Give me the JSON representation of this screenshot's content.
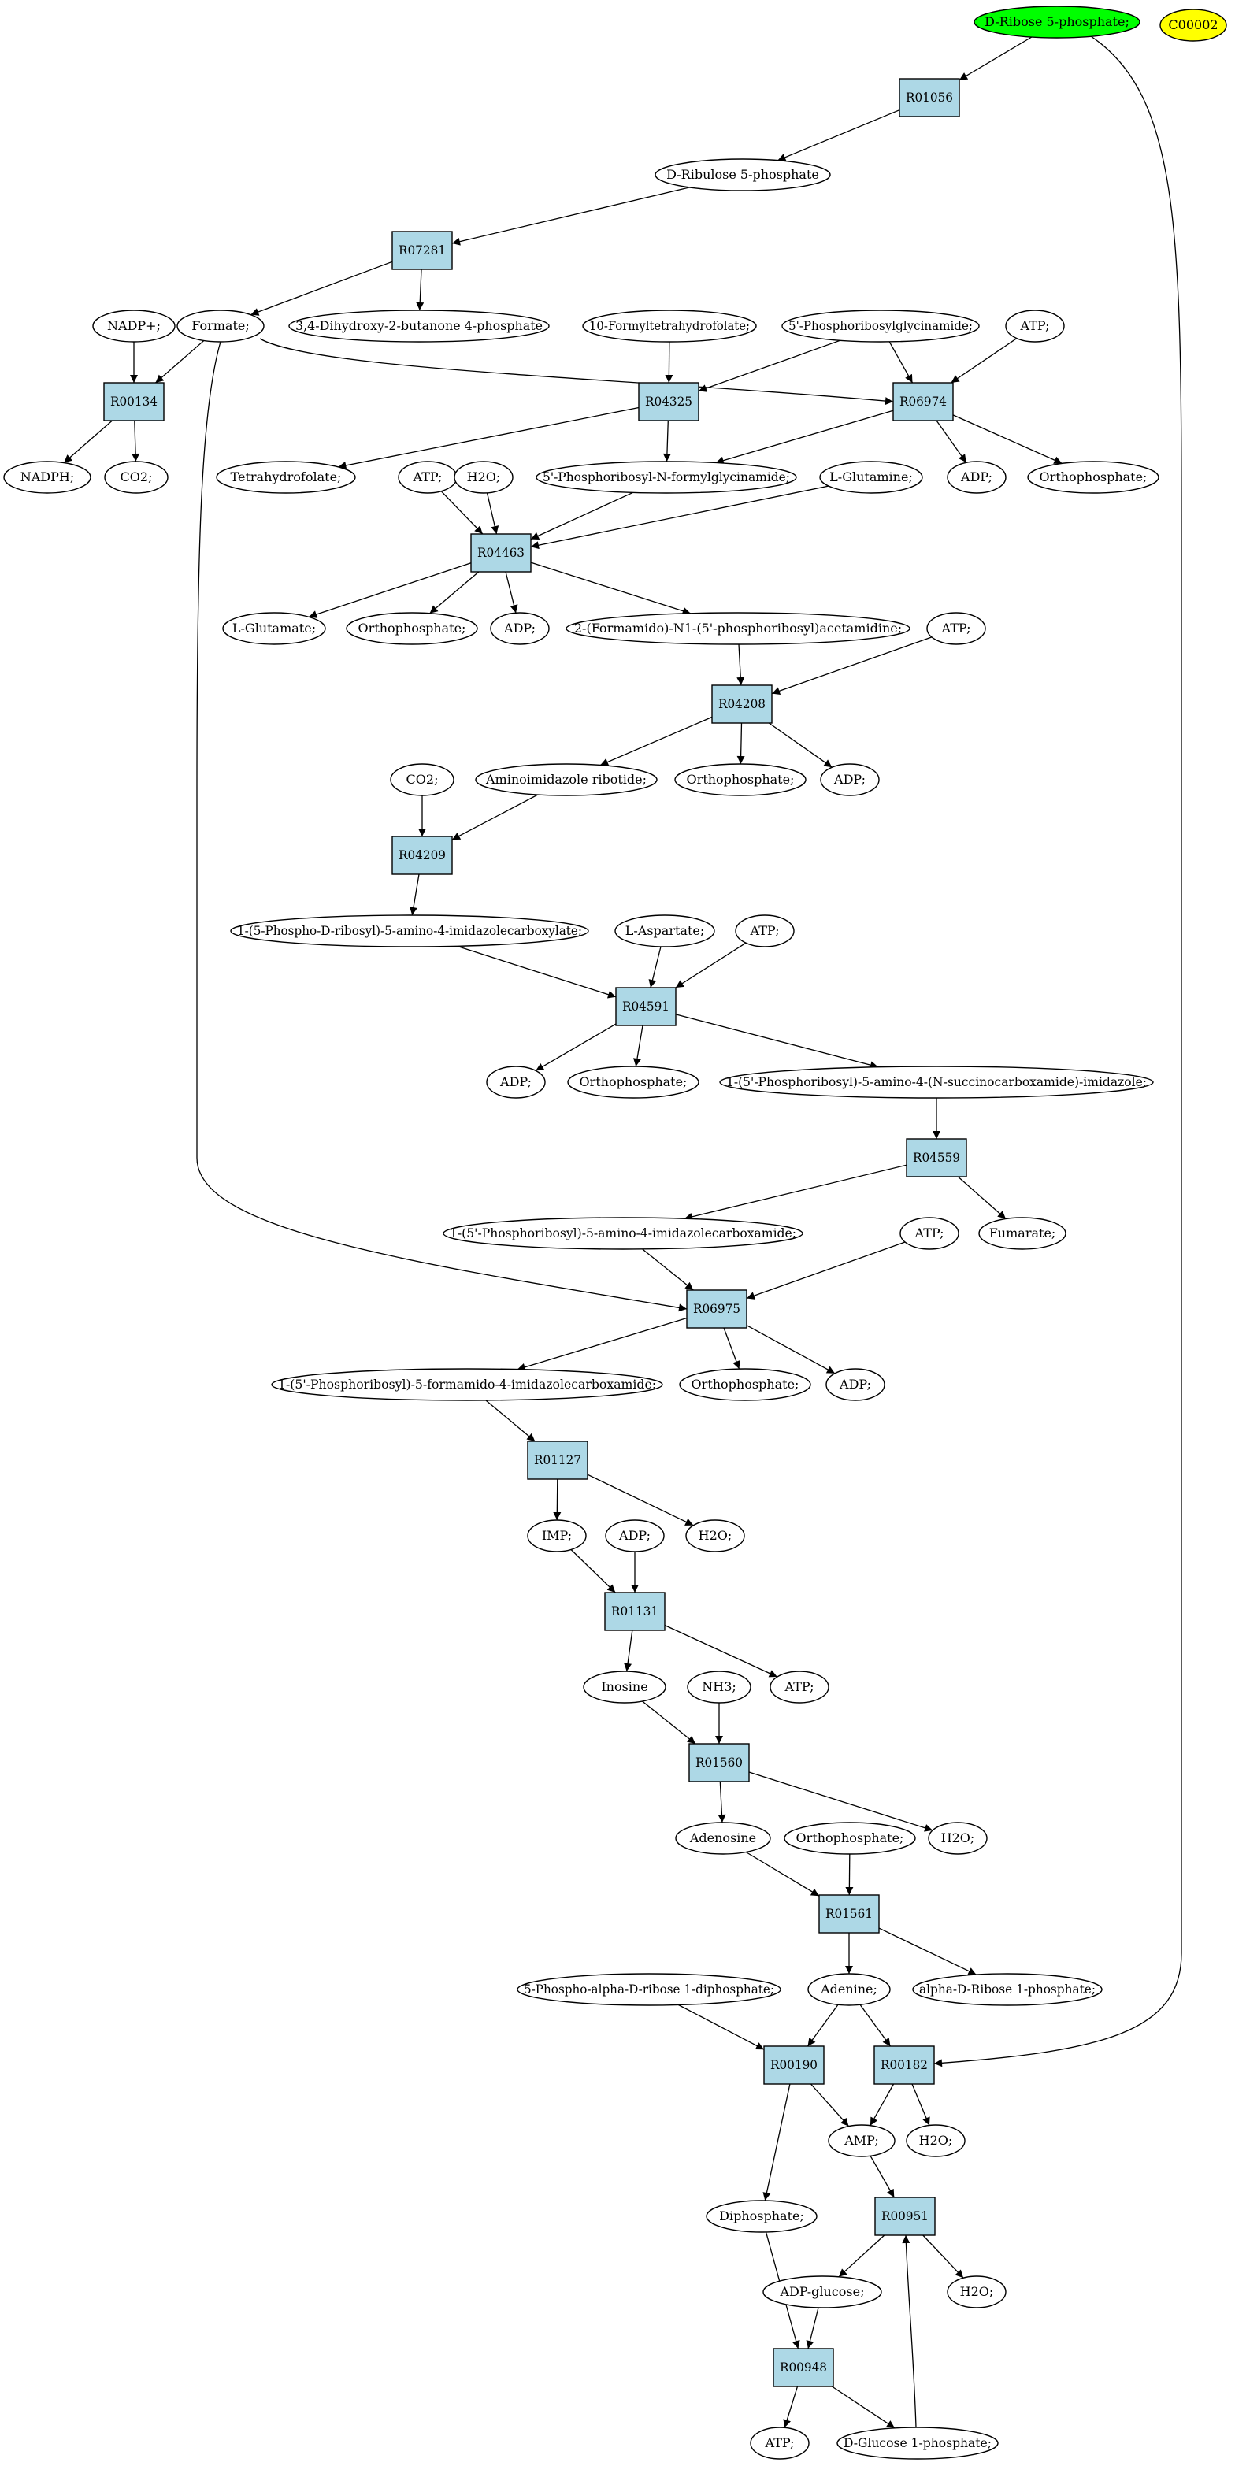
{
  "colors": {
    "seed": "#00ff00",
    "target": "#ffff00",
    "reaction": "#add8e6",
    "compound": "#ffffff"
  },
  "nodes": [
    {
      "id": "ribose5p",
      "label": "D-Ribose 5-phosphate;",
      "kind": "compound",
      "style": "seed"
    },
    {
      "id": "c00002",
      "label": "C00002",
      "kind": "compound",
      "style": "target"
    },
    {
      "id": "R01056",
      "label": "R01056",
      "kind": "reaction"
    },
    {
      "id": "ribulose5p",
      "label": "D-Ribulose 5-phosphate",
      "kind": "compound"
    },
    {
      "id": "R07281",
      "label": "R07281",
      "kind": "reaction"
    },
    {
      "id": "nadpplus",
      "label": "NADP+;",
      "kind": "compound"
    },
    {
      "id": "formate",
      "label": "Formate;",
      "kind": "compound"
    },
    {
      "id": "dihydroxy",
      "label": "3,4-Dihydroxy-2-butanone 4-phosphate",
      "kind": "compound"
    },
    {
      "id": "formylthf",
      "label": "10-Formyltetrahydrofolate;",
      "kind": "compound"
    },
    {
      "id": "gar",
      "label": "5'-Phosphoribosylglycinamide;",
      "kind": "compound"
    },
    {
      "id": "atp1",
      "label": "ATP;",
      "kind": "compound"
    },
    {
      "id": "R00134",
      "label": "R00134",
      "kind": "reaction"
    },
    {
      "id": "R04325",
      "label": "R04325",
      "kind": "reaction"
    },
    {
      "id": "R06974",
      "label": "R06974",
      "kind": "reaction"
    },
    {
      "id": "nadph",
      "label": "NADPH;",
      "kind": "compound"
    },
    {
      "id": "co2a",
      "label": "CO2;",
      "kind": "compound"
    },
    {
      "id": "thf",
      "label": "Tetrahydrofolate;",
      "kind": "compound"
    },
    {
      "id": "atp2",
      "label": "ATP;",
      "kind": "compound"
    },
    {
      "id": "h2o1",
      "label": "H2O;",
      "kind": "compound"
    },
    {
      "id": "fgar",
      "label": "5'-Phosphoribosyl-N-formylglycinamide;",
      "kind": "compound"
    },
    {
      "id": "glutamine",
      "label": "L-Glutamine;",
      "kind": "compound"
    },
    {
      "id": "adp1",
      "label": "ADP;",
      "kind": "compound"
    },
    {
      "id": "orthop1",
      "label": "Orthophosphate;",
      "kind": "compound"
    },
    {
      "id": "R04463",
      "label": "R04463",
      "kind": "reaction"
    },
    {
      "id": "glutamate",
      "label": "L-Glutamate;",
      "kind": "compound"
    },
    {
      "id": "orthop2",
      "label": "Orthophosphate;",
      "kind": "compound"
    },
    {
      "id": "adp2",
      "label": "ADP;",
      "kind": "compound"
    },
    {
      "id": "fgam",
      "label": "2-(Formamido)-N1-(5'-phosphoribosyl)acetamidine;",
      "kind": "compound"
    },
    {
      "id": "atp3",
      "label": "ATP;",
      "kind": "compound"
    },
    {
      "id": "R04208",
      "label": "R04208",
      "kind": "reaction"
    },
    {
      "id": "co2b",
      "label": "CO2;",
      "kind": "compound"
    },
    {
      "id": "air",
      "label": "Aminoimidazole ribotide;",
      "kind": "compound"
    },
    {
      "id": "orthop3",
      "label": "Orthophosphate;",
      "kind": "compound"
    },
    {
      "id": "adp3",
      "label": "ADP;",
      "kind": "compound"
    },
    {
      "id": "R04209",
      "label": "R04209",
      "kind": "reaction"
    },
    {
      "id": "cair",
      "label": "1-(5-Phospho-D-ribosyl)-5-amino-4-imidazolecarboxylate;",
      "kind": "compound"
    },
    {
      "id": "aspartate",
      "label": "L-Aspartate;",
      "kind": "compound"
    },
    {
      "id": "atp4",
      "label": "ATP;",
      "kind": "compound"
    },
    {
      "id": "R04591",
      "label": "R04591",
      "kind": "reaction"
    },
    {
      "id": "adp4",
      "label": "ADP;",
      "kind": "compound"
    },
    {
      "id": "orthop4",
      "label": "Orthophosphate;",
      "kind": "compound"
    },
    {
      "id": "saicar",
      "label": "1-(5'-Phosphoribosyl)-5-amino-4-(N-succinocarboxamide)-imidazole;",
      "kind": "compound"
    },
    {
      "id": "R04559",
      "label": "R04559",
      "kind": "reaction"
    },
    {
      "id": "aicar",
      "label": "1-(5'-Phosphoribosyl)-5-amino-4-imidazolecarboxamide;",
      "kind": "compound"
    },
    {
      "id": "atp5",
      "label": "ATP;",
      "kind": "compound"
    },
    {
      "id": "fumarate",
      "label": "Fumarate;",
      "kind": "compound"
    },
    {
      "id": "R06975",
      "label": "R06975",
      "kind": "reaction"
    },
    {
      "id": "faicar",
      "label": "1-(5'-Phosphoribosyl)-5-formamido-4-imidazolecarboxamide;",
      "kind": "compound"
    },
    {
      "id": "orthop5",
      "label": "Orthophosphate;",
      "kind": "compound"
    },
    {
      "id": "adp5",
      "label": "ADP;",
      "kind": "compound"
    },
    {
      "id": "R01127",
      "label": "R01127",
      "kind": "reaction"
    },
    {
      "id": "imp",
      "label": "IMP;",
      "kind": "compound"
    },
    {
      "id": "adp6",
      "label": "ADP;",
      "kind": "compound"
    },
    {
      "id": "h2o2",
      "label": "H2O;",
      "kind": "compound"
    },
    {
      "id": "R01131",
      "label": "R01131",
      "kind": "reaction"
    },
    {
      "id": "inosine",
      "label": "Inosine",
      "kind": "compound"
    },
    {
      "id": "nh3",
      "label": "NH3;",
      "kind": "compound"
    },
    {
      "id": "atp6",
      "label": "ATP;",
      "kind": "compound"
    },
    {
      "id": "R01560",
      "label": "R01560",
      "kind": "reaction"
    },
    {
      "id": "adenosine",
      "label": "Adenosine",
      "kind": "compound"
    },
    {
      "id": "orthop6",
      "label": "Orthophosphate;",
      "kind": "compound"
    },
    {
      "id": "h2o3",
      "label": "H2O;",
      "kind": "compound"
    },
    {
      "id": "R01561",
      "label": "R01561",
      "kind": "reaction"
    },
    {
      "id": "prpp",
      "label": "5-Phospho-alpha-D-ribose 1-diphosphate;",
      "kind": "compound"
    },
    {
      "id": "adenine",
      "label": "Adenine;",
      "kind": "compound"
    },
    {
      "id": "ribose1p",
      "label": "alpha-D-Ribose 1-phosphate;",
      "kind": "compound"
    },
    {
      "id": "R00190",
      "label": "R00190",
      "kind": "reaction"
    },
    {
      "id": "R00182",
      "label": "R00182",
      "kind": "reaction"
    },
    {
      "id": "amp",
      "label": "AMP;",
      "kind": "compound"
    },
    {
      "id": "h2o4",
      "label": "H2O;",
      "kind": "compound"
    },
    {
      "id": "diphosphate",
      "label": "Diphosphate;",
      "kind": "compound"
    },
    {
      "id": "R00951",
      "label": "R00951",
      "kind": "reaction"
    },
    {
      "id": "adpglucose",
      "label": "ADP-glucose;",
      "kind": "compound"
    },
    {
      "id": "h2o5",
      "label": "H2O;",
      "kind": "compound"
    },
    {
      "id": "R00948",
      "label": "R00948",
      "kind": "reaction"
    },
    {
      "id": "atp7",
      "label": "ATP;",
      "kind": "compound"
    },
    {
      "id": "glucose1p",
      "label": "D-Glucose 1-phosphate;",
      "kind": "compound"
    }
  ],
  "edges": [
    [
      "ribose5p",
      "R01056"
    ],
    [
      "ribose5p",
      "R00182"
    ],
    [
      "R01056",
      "ribulose5p"
    ],
    [
      "ribulose5p",
      "R07281"
    ],
    [
      "R07281",
      "formate"
    ],
    [
      "R07281",
      "dihydroxy"
    ],
    [
      "nadpplus",
      "R00134"
    ],
    [
      "formate",
      "R00134"
    ],
    [
      "formate",
      "R06974"
    ],
    [
      "formate",
      "R06975"
    ],
    [
      "formylthf",
      "R04325"
    ],
    [
      "gar",
      "R04325"
    ],
    [
      "gar",
      "R06974"
    ],
    [
      "atp1",
      "R06974"
    ],
    [
      "R00134",
      "nadph"
    ],
    [
      "R00134",
      "co2a"
    ],
    [
      "R04325",
      "thf"
    ],
    [
      "R04325",
      "fgar"
    ],
    [
      "R06974",
      "fgar"
    ],
    [
      "R06974",
      "adp1"
    ],
    [
      "R06974",
      "orthop1"
    ],
    [
      "atp2",
      "R04463"
    ],
    [
      "h2o1",
      "R04463"
    ],
    [
      "fgar",
      "R04463"
    ],
    [
      "glutamine",
      "R04463"
    ],
    [
      "R04463",
      "glutamate"
    ],
    [
      "R04463",
      "orthop2"
    ],
    [
      "R04463",
      "adp2"
    ],
    [
      "R04463",
      "fgam"
    ],
    [
      "fgam",
      "R04208"
    ],
    [
      "atp3",
      "R04208"
    ],
    [
      "R04208",
      "air"
    ],
    [
      "R04208",
      "orthop3"
    ],
    [
      "R04208",
      "adp3"
    ],
    [
      "co2b",
      "R04209"
    ],
    [
      "air",
      "R04209"
    ],
    [
      "R04209",
      "cair"
    ],
    [
      "cair",
      "R04591"
    ],
    [
      "aspartate",
      "R04591"
    ],
    [
      "atp4",
      "R04591"
    ],
    [
      "R04591",
      "adp4"
    ],
    [
      "R04591",
      "orthop4"
    ],
    [
      "R04591",
      "saicar"
    ],
    [
      "saicar",
      "R04559"
    ],
    [
      "R04559",
      "aicar"
    ],
    [
      "R04559",
      "fumarate"
    ],
    [
      "aicar",
      "R06975"
    ],
    [
      "atp5",
      "R06975"
    ],
    [
      "R06975",
      "faicar"
    ],
    [
      "R06975",
      "orthop5"
    ],
    [
      "R06975",
      "adp5"
    ],
    [
      "faicar",
      "R01127"
    ],
    [
      "R01127",
      "imp"
    ],
    [
      "R01127",
      "h2o2"
    ],
    [
      "imp",
      "R01131"
    ],
    [
      "adp6",
      "R01131"
    ],
    [
      "R01131",
      "inosine"
    ],
    [
      "R01131",
      "atp6"
    ],
    [
      "inosine",
      "R01560"
    ],
    [
      "nh3",
      "R01560"
    ],
    [
      "R01560",
      "adenosine"
    ],
    [
      "R01560",
      "h2o3"
    ],
    [
      "adenosine",
      "R01561"
    ],
    [
      "orthop6",
      "R01561"
    ],
    [
      "R01561",
      "adenine"
    ],
    [
      "R01561",
      "ribose1p"
    ],
    [
      "prpp",
      "R00190"
    ],
    [
      "adenine",
      "R00190"
    ],
    [
      "adenine",
      "R00182"
    ],
    [
      "R00190",
      "amp"
    ],
    [
      "R00190",
      "diphosphate"
    ],
    [
      "R00182",
      "amp"
    ],
    [
      "R00182",
      "h2o4"
    ],
    [
      "amp",
      "R00951"
    ],
    [
      "R00951",
      "adpglucose"
    ],
    [
      "R00951",
      "h2o5"
    ],
    [
      "adpglucose",
      "R00948"
    ],
    [
      "diphosphate",
      "R00948"
    ],
    [
      "R00948",
      "atp7"
    ],
    [
      "R00948",
      "glucose1p"
    ],
    [
      "glucose1p",
      "R00951"
    ]
  ]
}
